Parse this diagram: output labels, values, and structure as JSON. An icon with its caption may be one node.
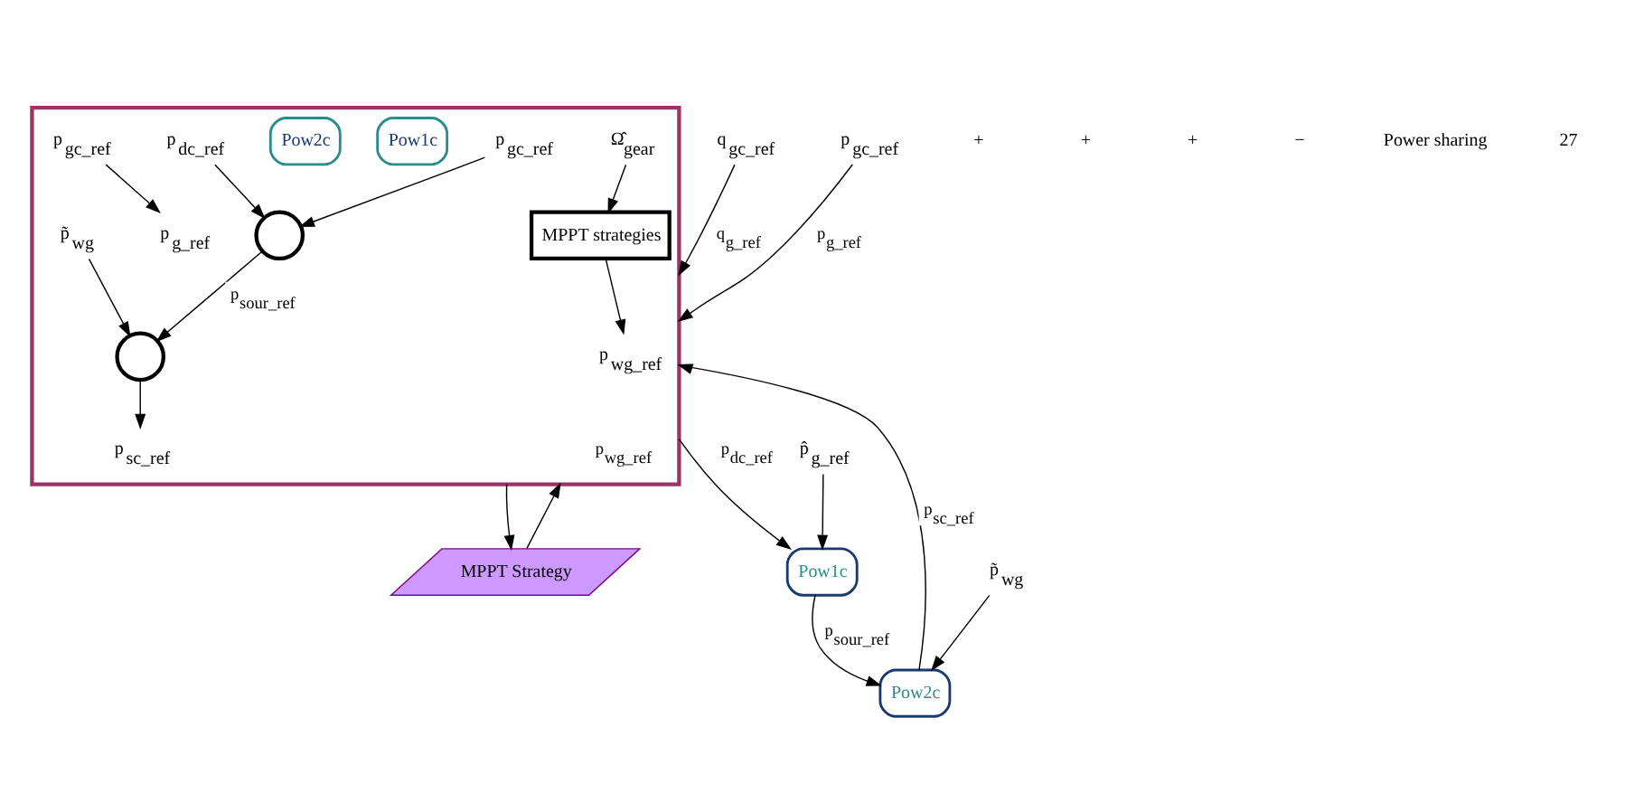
{
  "diagram": {
    "nodes": [
      {
        "text": [],
        "shape": "box"
      },
      {
        "text": [
          "p$_{dc_ref}$"
        ],
        "in": 0
      },
      {
        "text": [
          "p$_{gc_ref}$"
        ],
        "in": 0
      },
      {
        "text": [],
        "shape": "circle",
        "in": 0
      },
      {
        "text": [
          "Pow1c"
        ],
        "in": 0
      },
      {
        "text": [
          "p̃$_{wg}$"
        ],
        "in": 0
      },
      {
        "text": [],
        "shape": "circle",
        "in": 0
      },
      {
        "text": [
          "Pow2c"
        ],
        "in": 0
      },
      {
        "text": [
          "p$_{sc_ref}$"
        ],
        "in": 0
      },
      {
        "text": [
          "p$_{gc_ref}$"
        ],
        "in": 0
      },
      {
        "text": [
          "p$_{g_ref}$"
        ],
        "in": 0
      },
      {
        "text": [
          "Ω̂$_{gear}$"
        ],
        "in": 0
      },
      {
        "text": [
          "MPPT strategies"
        ],
        "in": 0
      },
      {
        "text": [
          "p$_{wg_ref}$"
        ],
        "in": 0
      },
      {
        "text": [
          "MPPT Strategy"
        ]
      },
      {
        "text": [
          "p̃$_{wg}$"
        ]
      },
      {
        "text": [
          "Pow2c"
        ]
      },
      {
        "text": [
          "Pow1c"
        ]
      },
      {
        "text": [
          "p̂$_{g_ref}$"
        ]
      },
      {
        "text": [
          "q$_{gc_ref}$"
        ]
      },
      {
        "text": [
          "p$_{gc_ref}$"
        ]
      }
    ],
    "edges": [
      {
        "from": 1,
        "to": 3,
        "arrow": "to"
      },
      {
        "from": 2,
        "to": 3,
        "arrow": "to"
      },
      {
        "from": 3,
        "to": 6,
        "arrow": "to",
        "label": "p$_{sour_ref}$"
      },
      {
        "from": 5,
        "to": 6,
        "arrow": "to"
      },
      {
        "from": 6,
        "to": 8,
        "arrow": "to"
      },
      {
        "from": 9,
        "to": 10,
        "arrow": "to"
      },
      {
        "from": 11,
        "to": 12,
        "arrow": "to"
      },
      {
        "from": 12,
        "to": 13,
        "arrow": "to"
      },
      {
        "from": 0,
        "to": 14,
        "arrow": "to"
      },
      {
        "from": 14,
        "to": 0,
        "arrow": "to",
        "label": "p$_{wg_ref}$"
      },
      {
        "from": 15,
        "to": 16,
        "arrow": "to"
      },
      {
        "from": 16,
        "to": 0,
        "arrow": "to",
        "label": "p$_{sc_ref}$"
      },
      {
        "from": 17,
        "to": 16,
        "arrow": "to",
        "label": "p$_{sour_ref}$"
      },
      {
        "from": 0,
        "to": 17,
        "arrow": "to",
        "label": "p$_{dc_ref}$"
      },
      {
        "from": 18,
        "to": 17,
        "arrow": "to"
      },
      {
        "from": 19,
        "to": 0,
        "arrow": "to",
        "label": "q$_{g_ref}$"
      },
      {
        "from": 20,
        "to": 0,
        "arrow": "to",
        "label": "p$_{g_ref}$"
      }
    ],
    "labels": [
      "+",
      "+",
      "+",
      "−",
      "Power sharing",
      "27"
    ]
  }
}
